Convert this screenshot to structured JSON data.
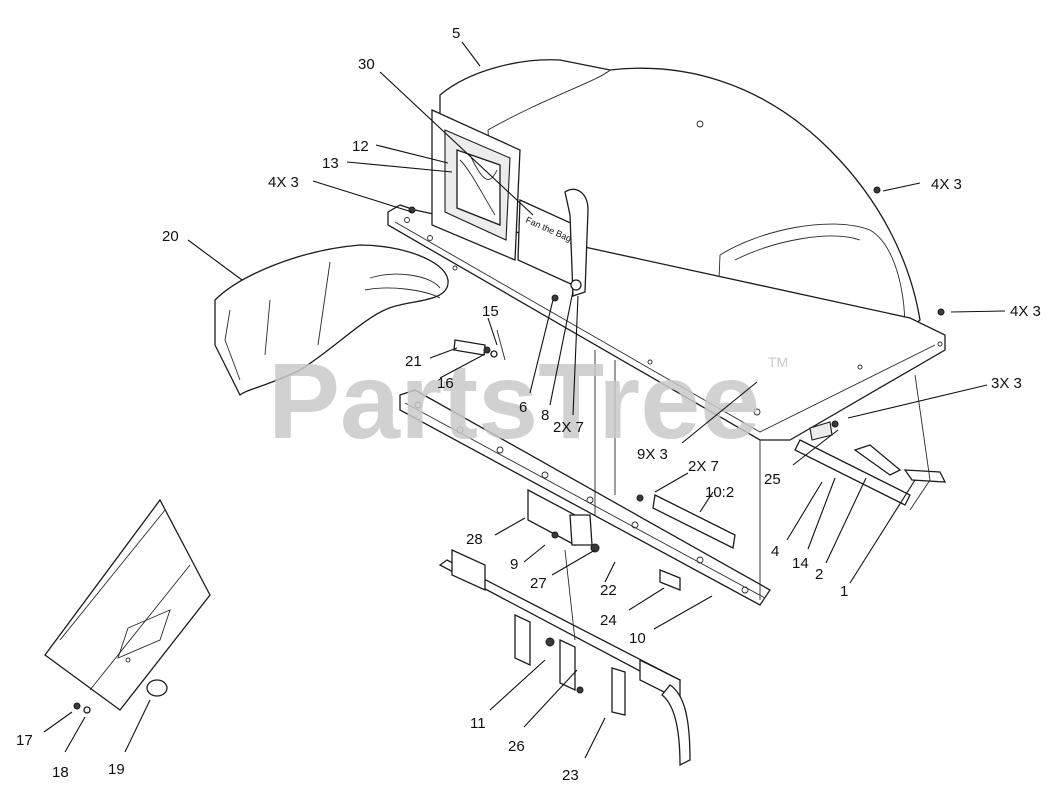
{
  "watermark": {
    "text": "PartsTree",
    "trademark": "TM"
  },
  "decal_text": "Fan the Bagger",
  "callouts": [
    {
      "id": "c-5",
      "text": "5"
    },
    {
      "id": "c-30",
      "text": "30"
    },
    {
      "id": "c-12",
      "text": "12"
    },
    {
      "id": "c-13",
      "text": "13"
    },
    {
      "id": "c-4x3-left",
      "text": "4X 3"
    },
    {
      "id": "c-4x3-top-right",
      "text": "4X 3"
    },
    {
      "id": "c-4x3-right",
      "text": "4X 3"
    },
    {
      "id": "c-3x3",
      "text": "3X 3"
    },
    {
      "id": "c-20",
      "text": "20"
    },
    {
      "id": "c-15",
      "text": "15"
    },
    {
      "id": "c-21",
      "text": "21"
    },
    {
      "id": "c-16",
      "text": "16"
    },
    {
      "id": "c-6",
      "text": "6"
    },
    {
      "id": "c-8",
      "text": "8"
    },
    {
      "id": "c-2x7-top",
      "text": "2X 7"
    },
    {
      "id": "c-9x3",
      "text": "9X 3"
    },
    {
      "id": "c-2x7-mid",
      "text": "2X 7"
    },
    {
      "id": "c-10-2",
      "text": "10:2"
    },
    {
      "id": "c-25",
      "text": "25"
    },
    {
      "id": "c-4",
      "text": "4"
    },
    {
      "id": "c-14",
      "text": "14"
    },
    {
      "id": "c-2",
      "text": "2"
    },
    {
      "id": "c-1",
      "text": "1"
    },
    {
      "id": "c-28",
      "text": "28"
    },
    {
      "id": "c-9",
      "text": "9"
    },
    {
      "id": "c-27",
      "text": "27"
    },
    {
      "id": "c-22",
      "text": "22"
    },
    {
      "id": "c-24",
      "text": "24"
    },
    {
      "id": "c-10",
      "text": "10"
    },
    {
      "id": "c-11",
      "text": "11"
    },
    {
      "id": "c-26",
      "text": "26"
    },
    {
      "id": "c-23",
      "text": "23"
    },
    {
      "id": "c-17",
      "text": "17"
    },
    {
      "id": "c-18",
      "text": "18"
    },
    {
      "id": "c-19",
      "text": "19"
    }
  ]
}
